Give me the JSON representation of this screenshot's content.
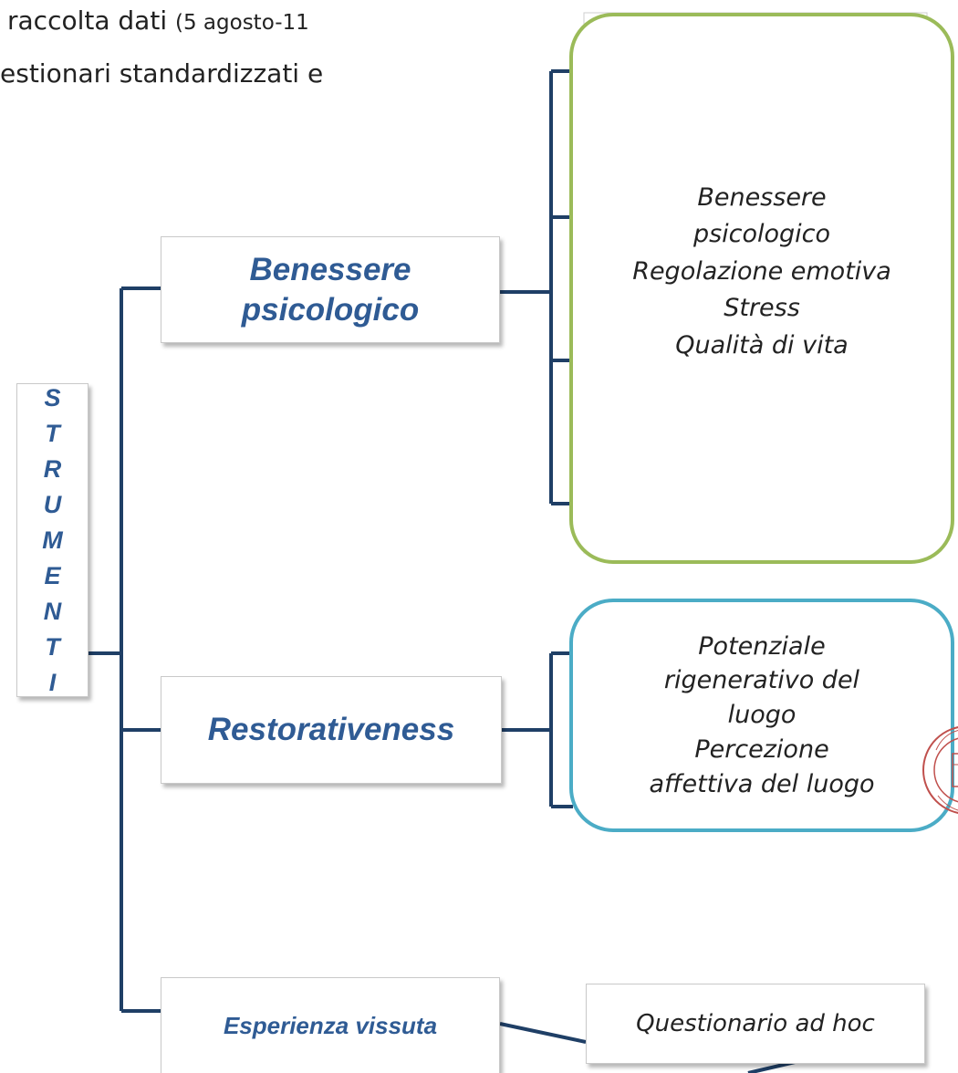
{
  "intro": {
    "line1_a": "raccolta dati",
    "line1_b": "(5 agosto-11",
    "line2": "estionari standardizzati e"
  },
  "root": {
    "letters": [
      "S",
      "T",
      "R",
      "U",
      "M",
      "E",
      "N",
      "T",
      "I"
    ]
  },
  "categories": [
    {
      "label_lines": [
        "Benessere",
        "psicologico"
      ]
    },
    {
      "label_lines": [
        "Restorativeness"
      ]
    },
    {
      "label_lines": [
        "Esperienza vissuta"
      ]
    }
  ],
  "details": [
    {
      "lines": [
        "Benessere",
        "psicologico",
        "Regolazione emotiva",
        "Stress",
        "Qualità di vita"
      ],
      "border_color": "#9bbb59"
    },
    {
      "lines": [
        "Potenziale",
        "rigenerativo del",
        "luogo",
        "Percezione",
        "affettiva del luogo"
      ],
      "border_color": "#4bacc6"
    },
    {
      "lines": [
        "Questionario ad hoc"
      ],
      "border_color": "#c9c9c9"
    }
  ],
  "colors": {
    "connector": "#1f3f66",
    "category_text": "#2f5b94",
    "seal": "#c0504d"
  }
}
